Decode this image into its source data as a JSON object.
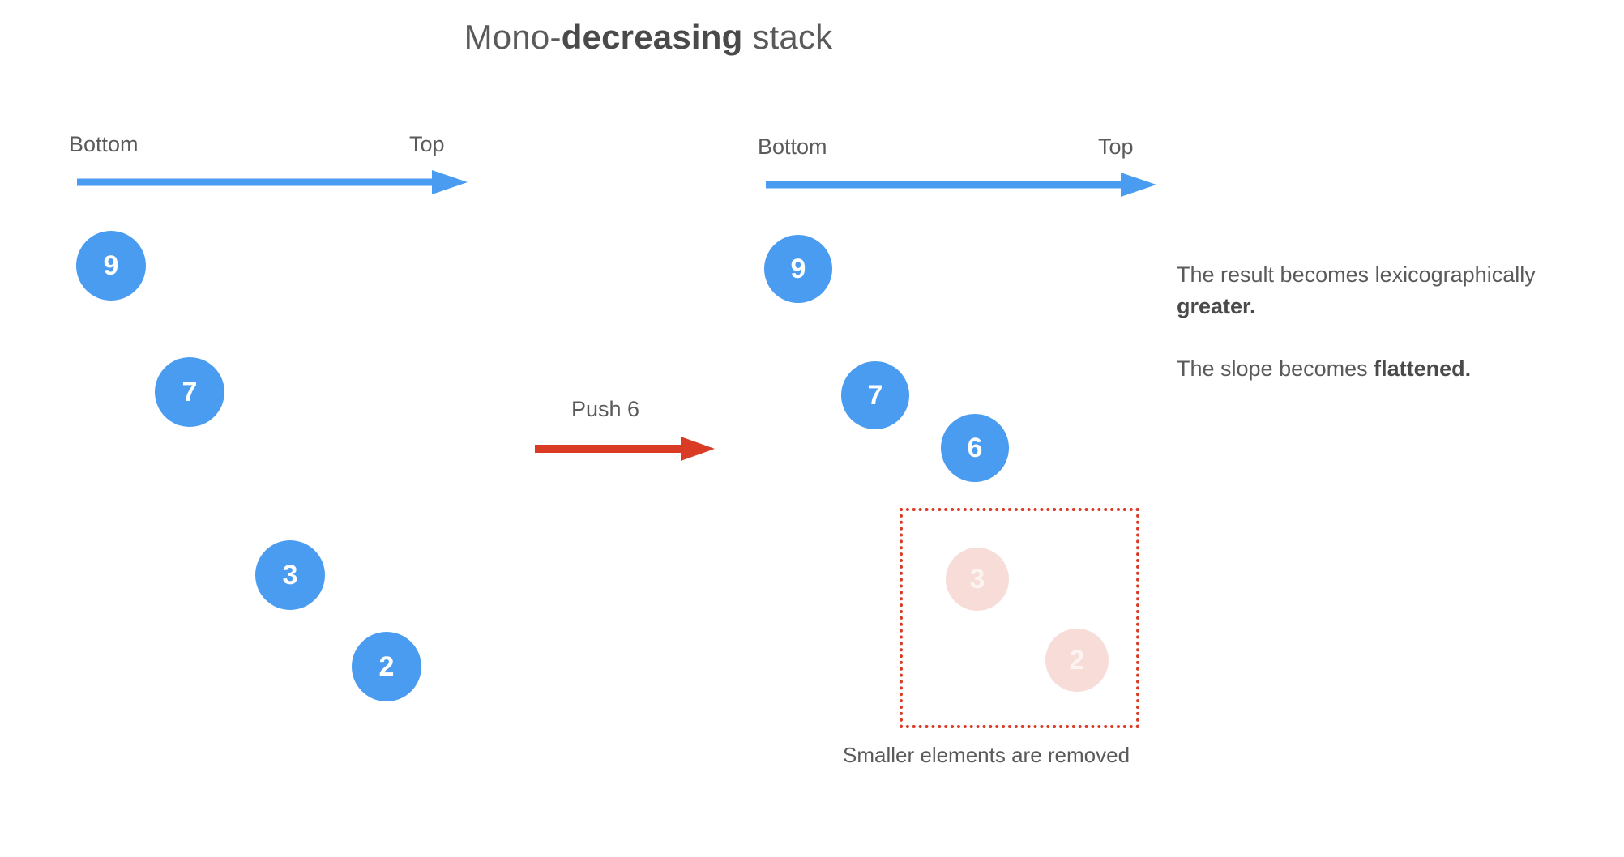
{
  "title": {
    "prefix": "Mono-",
    "emphasis": "decreasing",
    "suffix": " stack"
  },
  "left_panel": {
    "axis": {
      "bottom_label": "Bottom",
      "top_label": "Top",
      "arrow_color": "#4a9cf0",
      "direction": "left-to-right"
    },
    "stack_values": [
      9,
      7,
      3,
      2
    ],
    "node_color": "#4a9cf0",
    "node_text_color": "#ffffff"
  },
  "transition": {
    "label": "Push 6",
    "arrow_color": "#d93b25",
    "pushed_value": 6
  },
  "right_panel": {
    "axis": {
      "bottom_label": "Bottom",
      "top_label": "Top",
      "arrow_color": "#4a9cf0",
      "direction": "left-to-right"
    },
    "stack_values": [
      9,
      7,
      6
    ],
    "removed_values": [
      3,
      2
    ],
    "removed_node_color": "#f7dcd7",
    "removal_box_color": "#d93b25",
    "removal_caption": "Smaller elements are removed"
  },
  "notes": [
    {
      "lead": "The result becomes lexicographically ",
      "emphasis": "greater.",
      "tail": ""
    },
    {
      "lead": "The slope becomes ",
      "emphasis": "flattened.",
      "tail": ""
    }
  ],
  "colors": {
    "accent_blue": "#4a9cf0",
    "accent_red": "#d93b25",
    "faded_pink": "#f7dcd7",
    "text_gray": "#5a5a5a",
    "background": "#ffffff"
  }
}
